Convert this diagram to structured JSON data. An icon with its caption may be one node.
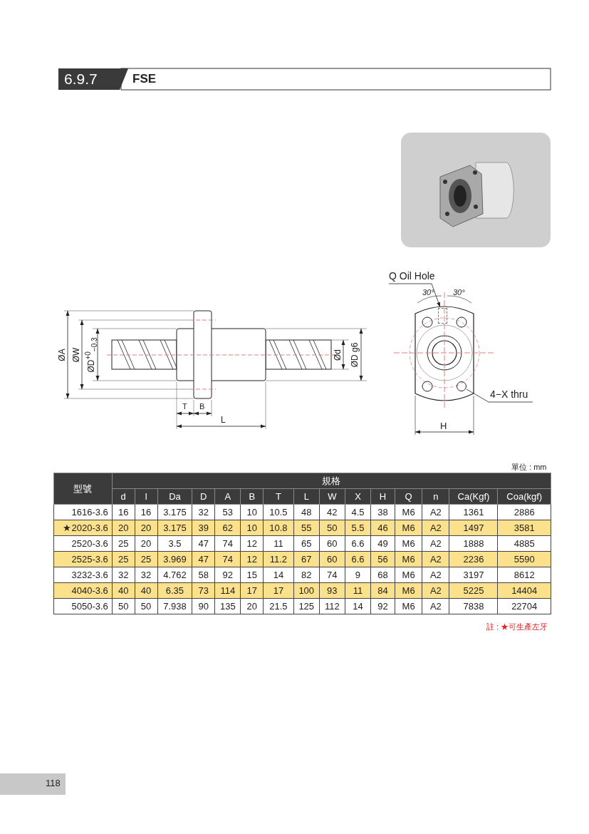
{
  "diagram": {
    "title": "FSE",
    "nodes": [
      {
        "text": [
          "Q Oil Hole"
        ]
      },
      {
        "text": [],
        "shape": "box"
      },
      {
        "text": [
          "4−X  thru"
        ]
      },
      {
        "text": [],
        "shape": "circle"
      }
    ],
    "edges": [
      {
        "from": 0,
        "to": 1,
        "arrow": "to"
      },
      {
        "from": 2,
        "to": 3,
        "arrow": "none"
      }
    ],
    "labels": [
      "6.9.7",
      "ØA",
      "ØW",
      "ØD$^{+0}$$_{−0.3}$",
      "Ød",
      "ØD g6",
      "T",
      "B",
      "L",
      "30°",
      "30°",
      "H",
      "單位 : mm",
      "型號",
      "規格",
      "d",
      "l",
      "Da",
      "D",
      "A",
      "B",
      "T",
      "L",
      "W",
      "X",
      "H",
      "Q",
      "n",
      "Ca(Kgf)",
      "Coa(kgf)",
      "1616-3.6",
      "16",
      "16",
      "3.175",
      "32",
      "53",
      "10",
      "10.5",
      "48",
      "42",
      "4.5",
      "38",
      "M6",
      "A2",
      "1361",
      "2886",
      "★2020-3.6",
      "20",
      "20",
      "3.175",
      "39",
      "62",
      "10",
      "10.8",
      "55",
      "50",
      "5.5",
      "46",
      "M6",
      "A2",
      "1497",
      "3581",
      "2520-3.6",
      "25",
      "20",
      "3.5",
      "47",
      "74",
      "12",
      "11",
      "65",
      "60",
      "6.6",
      "49",
      "M6",
      "A2",
      "1888",
      "4885",
      "2525-3.6",
      "25",
      "25",
      "3.969",
      "47",
      "74",
      "12",
      "11.2",
      "67",
      "60",
      "6.6",
      "56",
      "M6",
      "A2",
      "2236",
      "5590",
      "3232-3.6",
      "32",
      "32",
      "4.762",
      "58",
      "92",
      "15",
      "14",
      "82",
      "74",
      "9",
      "68",
      "M6",
      "A2",
      "3197",
      "8612",
      "4040-3.6",
      "40",
      "40",
      "6.35",
      "73",
      "114",
      "17",
      "17",
      "100",
      "93",
      "11",
      "84",
      "M6",
      "A2",
      "5225",
      "14404",
      "5050-3.6",
      "50",
      "50",
      "7.938",
      "90",
      "135",
      "20",
      "21.5",
      "125",
      "112",
      "14",
      "92",
      "M6",
      "A2",
      "7838",
      "22704",
      "註 : ★可生產左牙",
      "118"
    ]
  }
}
